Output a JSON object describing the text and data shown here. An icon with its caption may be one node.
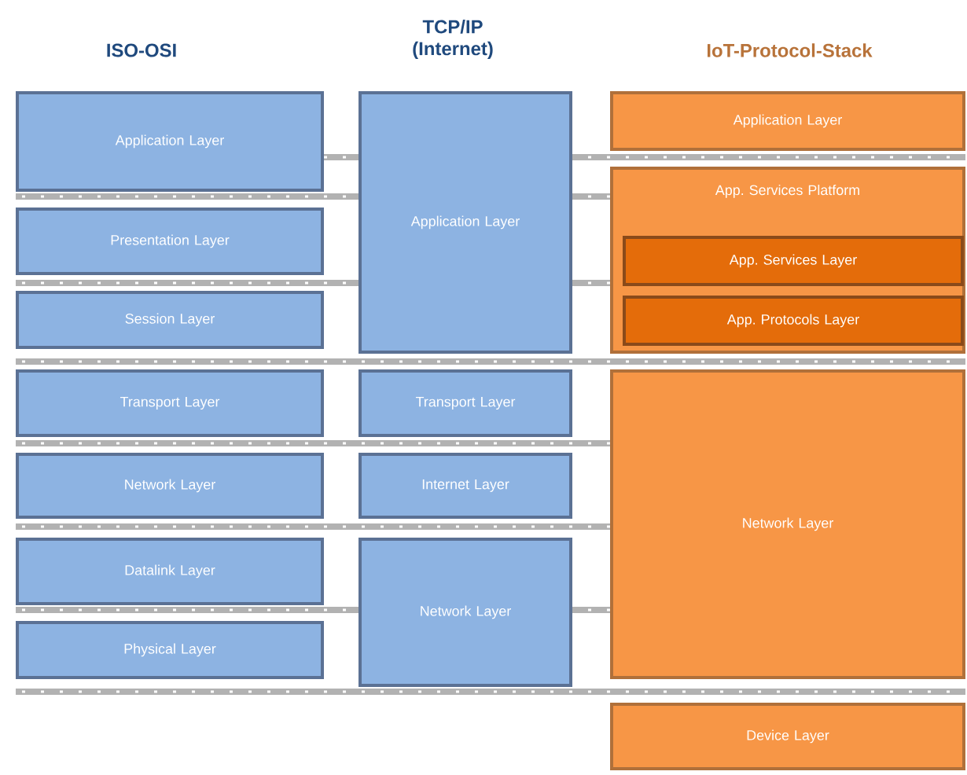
{
  "diagram": {
    "nodes": [
      {
        "text": [
          "Application Layer"
        ]
      },
      {
        "text": [
          "Presentation Layer"
        ]
      },
      {
        "text": [
          "Session Layer"
        ]
      },
      {
        "text": [
          "Transport Layer"
        ]
      },
      {
        "text": [
          "Network Layer"
        ]
      },
      {
        "text": [
          "Datalink Layer"
        ]
      },
      {
        "text": [
          "Physical Layer"
        ]
      },
      {
        "text": [
          "Application Layer"
        ]
      },
      {
        "text": [
          "Transport Layer"
        ]
      },
      {
        "text": [
          "Internet Layer"
        ]
      },
      {
        "text": [
          "Network Layer"
        ]
      },
      {
        "text": [
          "Application Layer"
        ]
      },
      {
        "text": [
          "App. Services Platform"
        ]
      },
      {
        "text": [
          "App. Services Layer"
        ],
        "in": 12
      },
      {
        "text": [
          "App. Protocols Layer"
        ],
        "in": 12
      },
      {
        "text": [
          "Network Layer"
        ]
      },
      {
        "text": [
          "Device Layer"
        ]
      }
    ],
    "labels": [
      "ISO-OSI",
      "TCP/IP (Internet)",
      "IoT-Protocol-Stack"
    ]
  }
}
